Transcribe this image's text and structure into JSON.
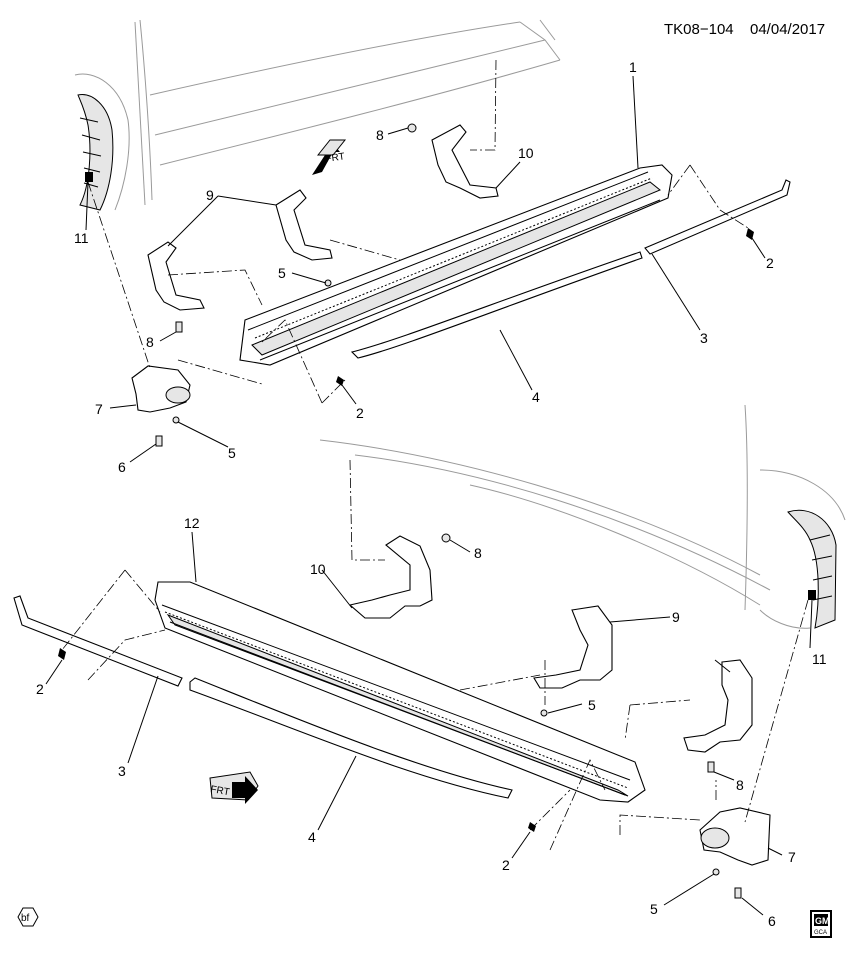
{
  "header": {
    "code": "TK08−104",
    "date": "04/04/2017"
  },
  "direction_label": "FRT",
  "callouts": {
    "top": [
      {
        "id": "c-1",
        "text": "1"
      },
      {
        "id": "c-2a",
        "text": "2"
      },
      {
        "id": "c-2b",
        "text": "2"
      },
      {
        "id": "c-3",
        "text": "3"
      },
      {
        "id": "c-4",
        "text": "4"
      },
      {
        "id": "c-5a",
        "text": "5"
      },
      {
        "id": "c-5b",
        "text": "5"
      },
      {
        "id": "c-6",
        "text": "6"
      },
      {
        "id": "c-7",
        "text": "7"
      },
      {
        "id": "c-8a",
        "text": "8"
      },
      {
        "id": "c-8b",
        "text": "8"
      },
      {
        "id": "c-9",
        "text": "9"
      },
      {
        "id": "c-10",
        "text": "10"
      },
      {
        "id": "c-11",
        "text": "11"
      }
    ],
    "bottom": [
      {
        "id": "c-12",
        "text": "12"
      },
      {
        "id": "c-10b",
        "text": "10"
      },
      {
        "id": "c-8c",
        "text": "8"
      },
      {
        "id": "c-9b",
        "text": "9"
      },
      {
        "id": "c-5c",
        "text": "5"
      },
      {
        "id": "c-11b",
        "text": "11"
      },
      {
        "id": "c-2c",
        "text": "2"
      },
      {
        "id": "c-3b",
        "text": "3"
      },
      {
        "id": "c-8d",
        "text": "8"
      },
      {
        "id": "c-4b",
        "text": "4"
      },
      {
        "id": "c-2d",
        "text": "2"
      },
      {
        "id": "c-7b",
        "text": "7"
      },
      {
        "id": "c-5d",
        "text": "5"
      },
      {
        "id": "c-6b",
        "text": "6"
      }
    ]
  },
  "footer": {
    "left_badge": "bf",
    "logo_top": "GM",
    "logo_bottom": "GCA"
  }
}
